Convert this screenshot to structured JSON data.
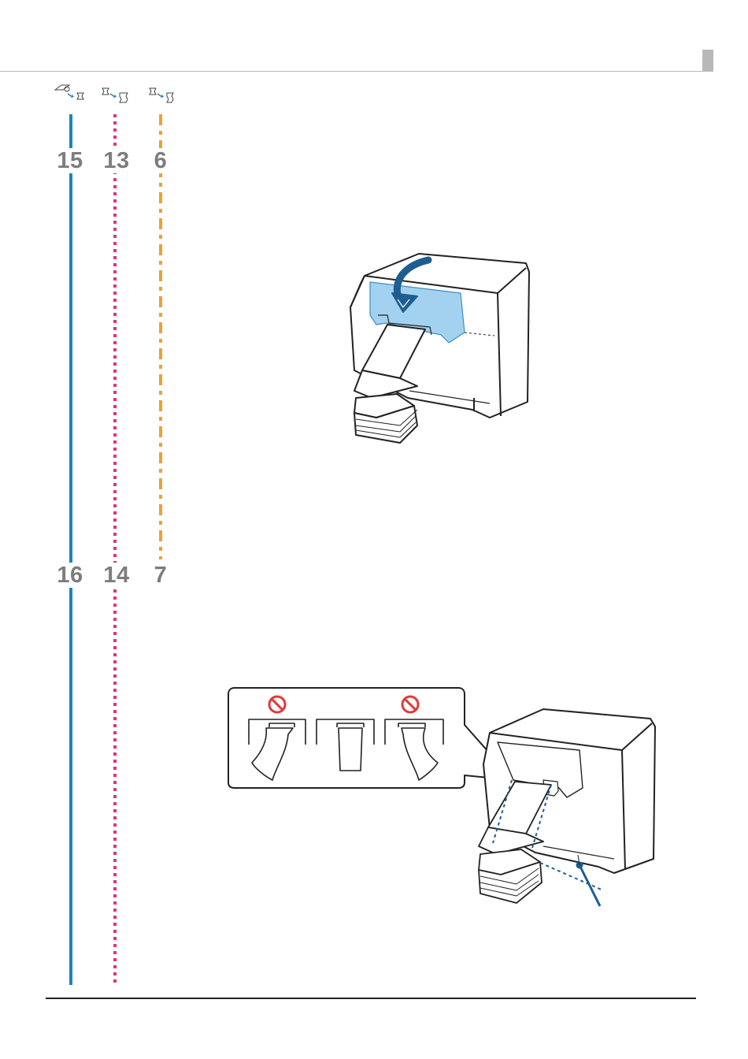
{
  "steps": {
    "upper": [
      "15",
      "13",
      "6"
    ],
    "lower": [
      "16",
      "14",
      "7"
    ]
  },
  "columns": [
    {
      "id": "roll-to-fanfold",
      "icon": "roll-to-fanfold-icon",
      "line_style": "solid",
      "color": "#1a86c0"
    },
    {
      "id": "fanfold-to-fanfold-a",
      "icon": "fanfold-to-fanfold-icon",
      "line_style": "dotted",
      "color": "#e0337f"
    },
    {
      "id": "fanfold-to-fanfold-b",
      "icon": "fanfold-to-fanfold-icon",
      "line_style": "dash-dot",
      "color": "#f0a02d"
    }
  ],
  "colors": {
    "header_rule": "#b8b8b8",
    "step_number": "#7d7d7d",
    "cover_highlight": "#a3d2f0",
    "arrow": "#1f5d91",
    "prohibited": "#e03a3a"
  },
  "figures": {
    "upper": {
      "icon": "close-cover-illustration"
    },
    "lower": {
      "icon": "paper-alignment-illustration",
      "callout_icons": [
        "prohibited-icon",
        "prohibited-icon"
      ]
    }
  }
}
